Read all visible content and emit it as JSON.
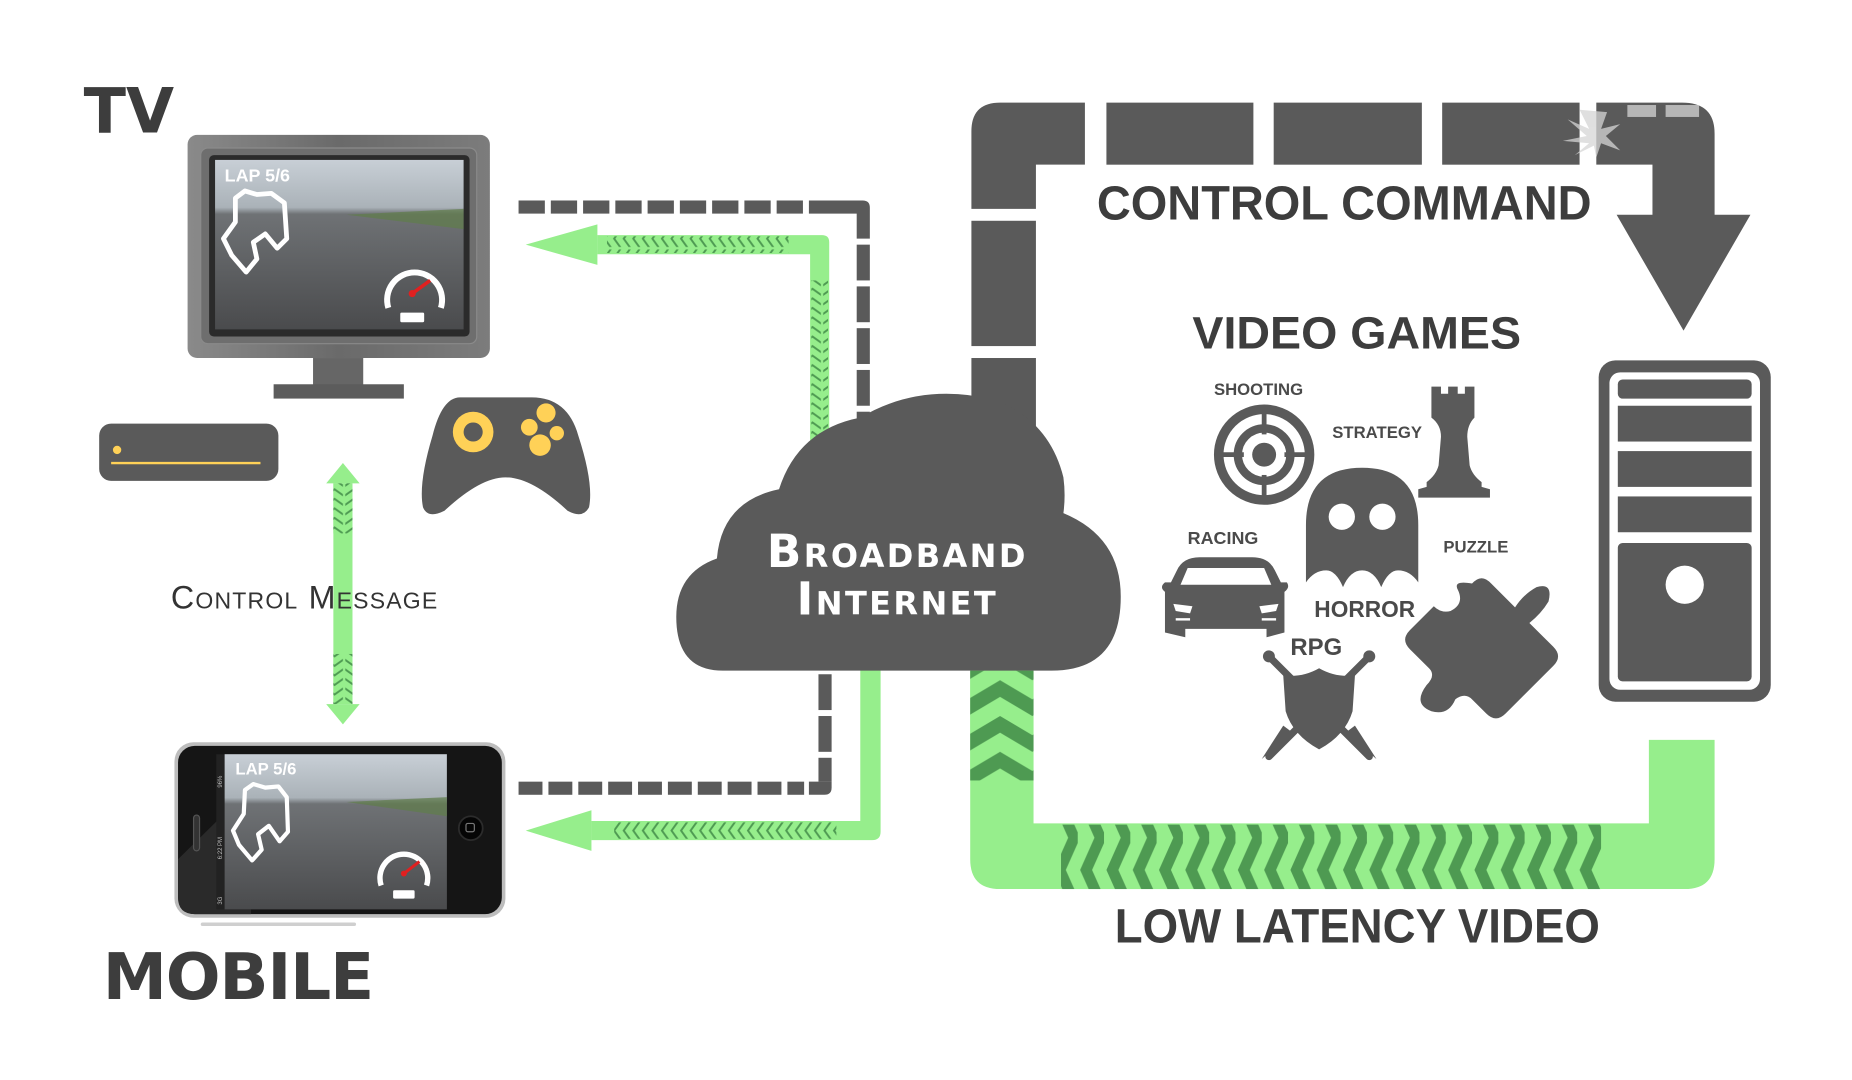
{
  "colors": {
    "dark": "#5a5a5a",
    "text_dark": "#3d3d3d",
    "green_light": "#96ee8c",
    "green_dark": "#4e9a52",
    "yellow": "#ffd157",
    "white": "#ffffff"
  },
  "devices": {
    "tv": {
      "label": "TV",
      "screen_lap": "LAP 5/6"
    },
    "mobile": {
      "label": "MOBILE",
      "screen_lap": "LAP 5/6",
      "status_battery": "96%",
      "status_time": "6:22 PM",
      "status_network": "3G"
    }
  },
  "links": {
    "control_message": "Control Message",
    "control_command": "CONTROL COMMAND",
    "low_latency_video": "LOW LATENCY VIDEO"
  },
  "cloud": {
    "line1": "Broadband",
    "line2": "Internet"
  },
  "games": {
    "title": "VIDEO GAMES",
    "genres": [
      {
        "label": "SHOOTING",
        "icon": "target-icon"
      },
      {
        "label": "STRATEGY",
        "icon": "chess-rook-icon"
      },
      {
        "label": "RACING",
        "icon": "car-icon"
      },
      {
        "label": "HORROR",
        "icon": "ghost-icon"
      },
      {
        "label": "PUZZLE",
        "icon": "puzzle-piece-icon"
      },
      {
        "label": "RPG",
        "icon": "shield-swords-icon"
      }
    ]
  },
  "server": {
    "icon": "server-tower-icon"
  }
}
